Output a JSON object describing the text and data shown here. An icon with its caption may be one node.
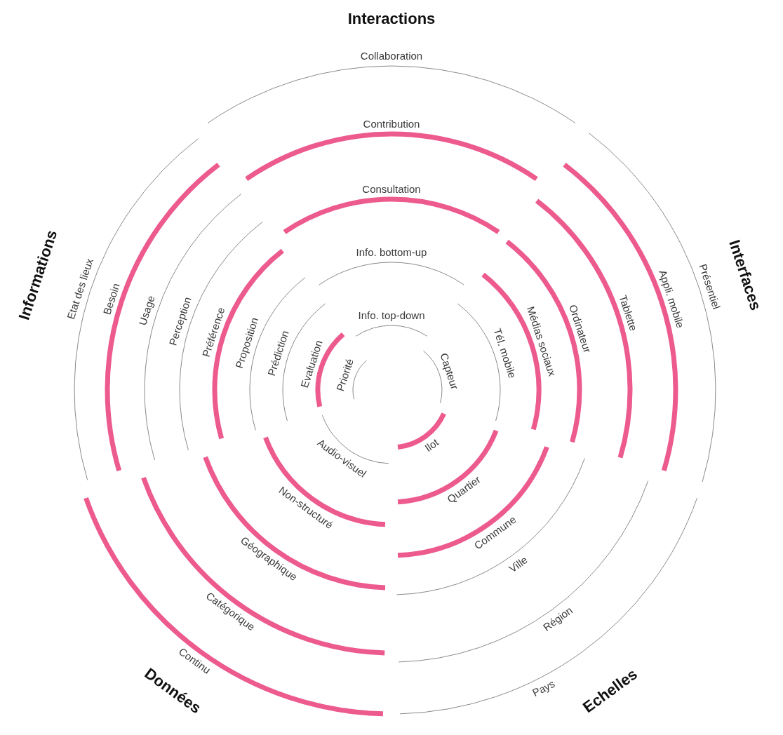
{
  "diagram": {
    "nodes": [
      {
        "text": [
          "Collaboration"
        ]
      },
      {
        "text": [
          "Contribution"
        ]
      },
      {
        "text": [
          "Consultation"
        ]
      },
      {
        "text": [
          "Info. bottom-up"
        ]
      },
      {
        "text": [
          "Info. top-down"
        ]
      },
      {
        "text": [
          "Présentiel"
        ]
      },
      {
        "text": [
          "Appli. mobile"
        ]
      },
      {
        "text": [
          "Tablette"
        ]
      },
      {
        "text": [
          "Ordinateur"
        ]
      },
      {
        "text": [
          "Médias sociaux"
        ]
      },
      {
        "text": [
          "Tél. mobile"
        ]
      },
      {
        "text": [
          "Capteur"
        ]
      },
      {
        "text": [
          "Pays"
        ]
      },
      {
        "text": [
          "Région"
        ]
      },
      {
        "text": [
          "Ville"
        ]
      },
      {
        "text": [
          "Commune"
        ]
      },
      {
        "text": [
          "Quartier"
        ]
      },
      {
        "text": [
          "Ilot"
        ]
      },
      {
        "text": [
          "Continu"
        ]
      },
      {
        "text": [
          "Catégorique"
        ]
      },
      {
        "text": [
          "Géographique"
        ]
      },
      {
        "text": [
          "Non-structuré"
        ]
      },
      {
        "text": [
          "Audio-visuel"
        ]
      },
      {
        "text": [
          "Etat des lieux"
        ]
      },
      {
        "text": [
          "Besoin"
        ]
      },
      {
        "text": [
          "Usage"
        ]
      },
      {
        "text": [
          "Perception"
        ]
      },
      {
        "text": [
          "Préférence"
        ]
      },
      {
        "text": [
          "Proposition"
        ]
      },
      {
        "text": [
          "Prédiction"
        ]
      },
      {
        "text": [
          "Evaluation"
        ]
      },
      {
        "text": [
          "Priorité"
        ]
      }
    ],
    "edges": [],
    "labels": [
      "Interactions",
      "Informations",
      "Interfaces",
      "Données",
      "Echelles"
    ]
  }
}
